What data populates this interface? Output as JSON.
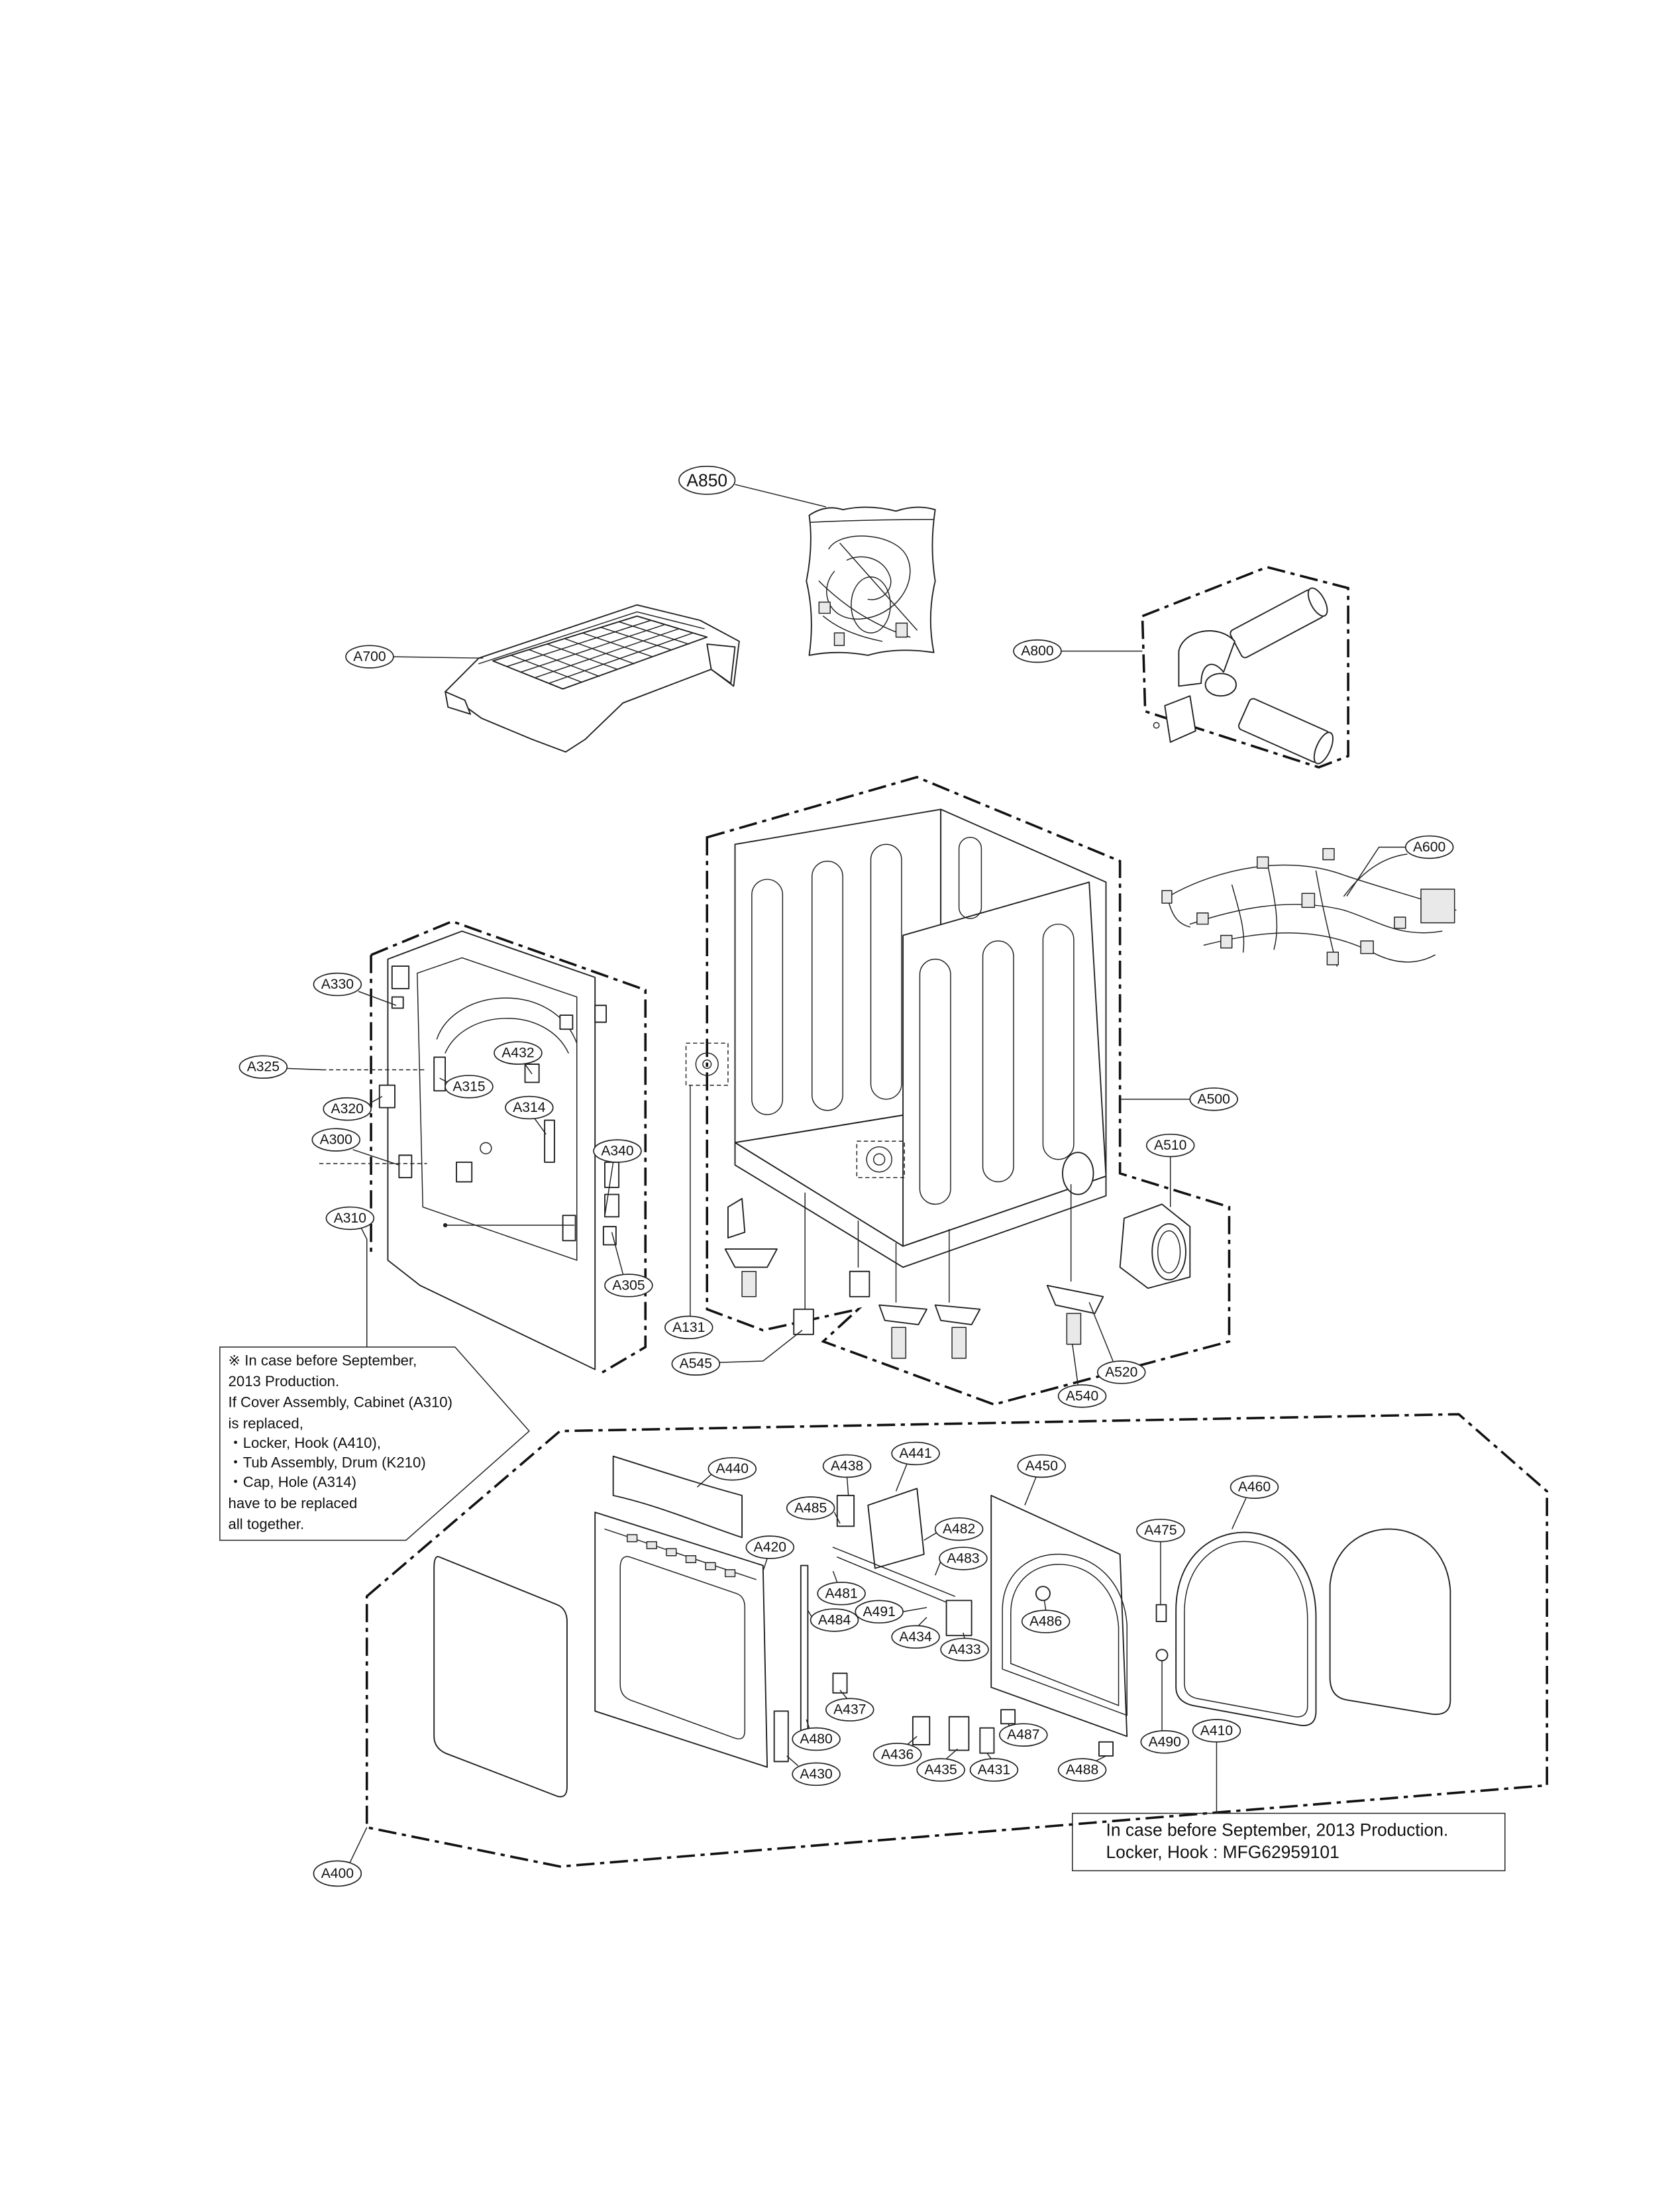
{
  "callouts": {
    "a850": "A850",
    "a700": "A700",
    "a800": "A800",
    "a600": "A600",
    "a330": "A330",
    "a432": "A432",
    "a325": "A325",
    "a315": "A315",
    "a320": "A320",
    "a314": "A314",
    "a300": "A300",
    "a340": "A340",
    "a310": "A310",
    "a305": "A305",
    "a131": "A131",
    "a545": "A545",
    "a500": "A500",
    "a510": "A510",
    "a520": "A520",
    "a540": "A540",
    "a440": "A440",
    "a438": "A438",
    "a441": "A441",
    "a450": "A450",
    "a460": "A460",
    "a485": "A485",
    "a482": "A482",
    "a420": "A420",
    "a483": "A483",
    "a475": "A475",
    "a481": "A481",
    "a484": "A484",
    "a491": "A491",
    "a434": "A434",
    "a486": "A486",
    "a433": "A433",
    "a437": "A437",
    "a480": "A480",
    "a436": "A436",
    "a435": "A435",
    "a431": "A431",
    "a487": "A487",
    "a488": "A488",
    "a490": "A490",
    "a410": "A410",
    "a430": "A430",
    "a400": "A400"
  },
  "notes": {
    "cabinet_note": [
      "※ In case before September,",
      "2013 Production.",
      "If Cover Assembly, Cabinet (A310)",
      "is replaced,",
      "・Locker, Hook (A410),",
      "・Tub Assembly, Drum (K210)",
      "・Cap, Hole (A314)",
      "have to be replaced",
      "all together."
    ],
    "locker_note": [
      "In case before September, 2013 Production.",
      "Locker, Hook : MFG62959101"
    ]
  }
}
